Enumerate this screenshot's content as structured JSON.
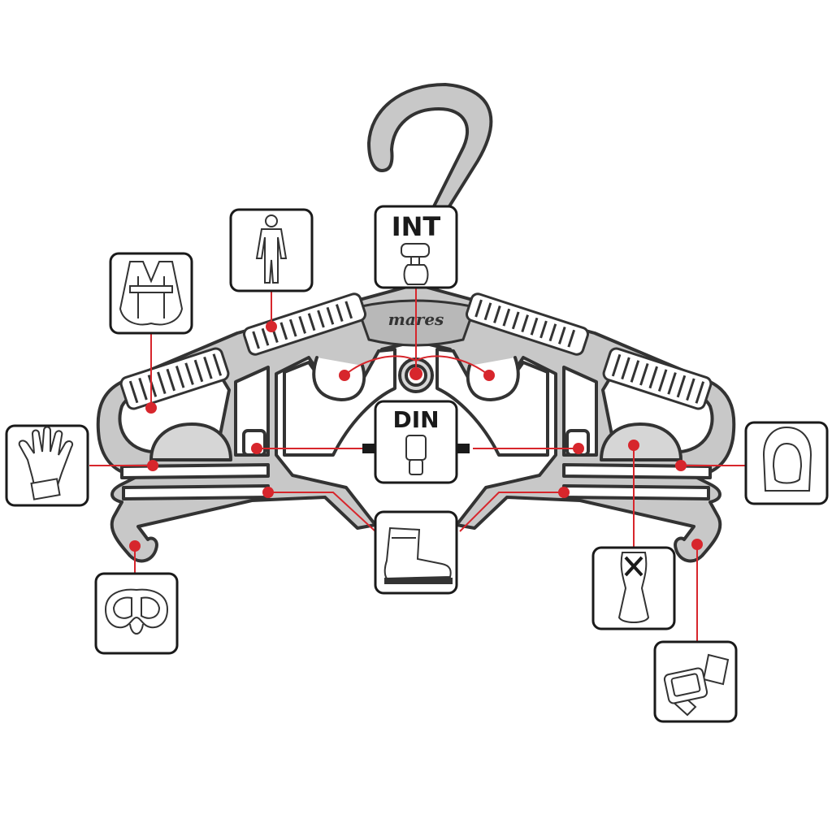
{
  "labels": {
    "int": "INT",
    "din": "DIN",
    "brand": "mares"
  },
  "colors": {
    "hanger_fill": "#c8c8c8",
    "hanger_stroke": "#333333",
    "accent": "#d7262c",
    "box_stroke": "#1a1a1a",
    "background": "#ffffff"
  },
  "icons": [
    "wetsuit-icon",
    "bcd-vest-icon",
    "glove-icon",
    "mask-icon",
    "boot-icon",
    "hood-icon",
    "fin-icon",
    "dive-computer-icon",
    "regulator-icon"
  ]
}
